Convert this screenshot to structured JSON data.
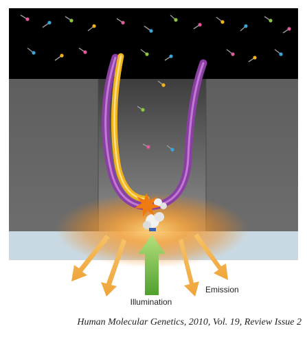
{
  "labels": {
    "illumination": "Illumination",
    "emission": "Emission"
  },
  "citation": "Human Molecular Genetics, 2010, Vol. 19, Review Issue 2",
  "colors": {
    "background_solution": "#000000",
    "zmw_wall": "#666666",
    "zmw_wall_inner": "#8a8a8a",
    "glass_substrate": "#c9d9e3",
    "illumination_glow": "#f28a1a",
    "illumination_arrow": "#7ac143",
    "emission_arrow": "#f4b24a",
    "dna_strand_template": "#8b3fa3",
    "dna_strand_primer": "#f2b41c",
    "fluorescence_burst": "#f07a12"
  },
  "icons": {
    "nucleotides": "free-nucleotide-icon",
    "polymerase": "polymerase-icon",
    "burst": "fluorescence-burst-icon"
  }
}
